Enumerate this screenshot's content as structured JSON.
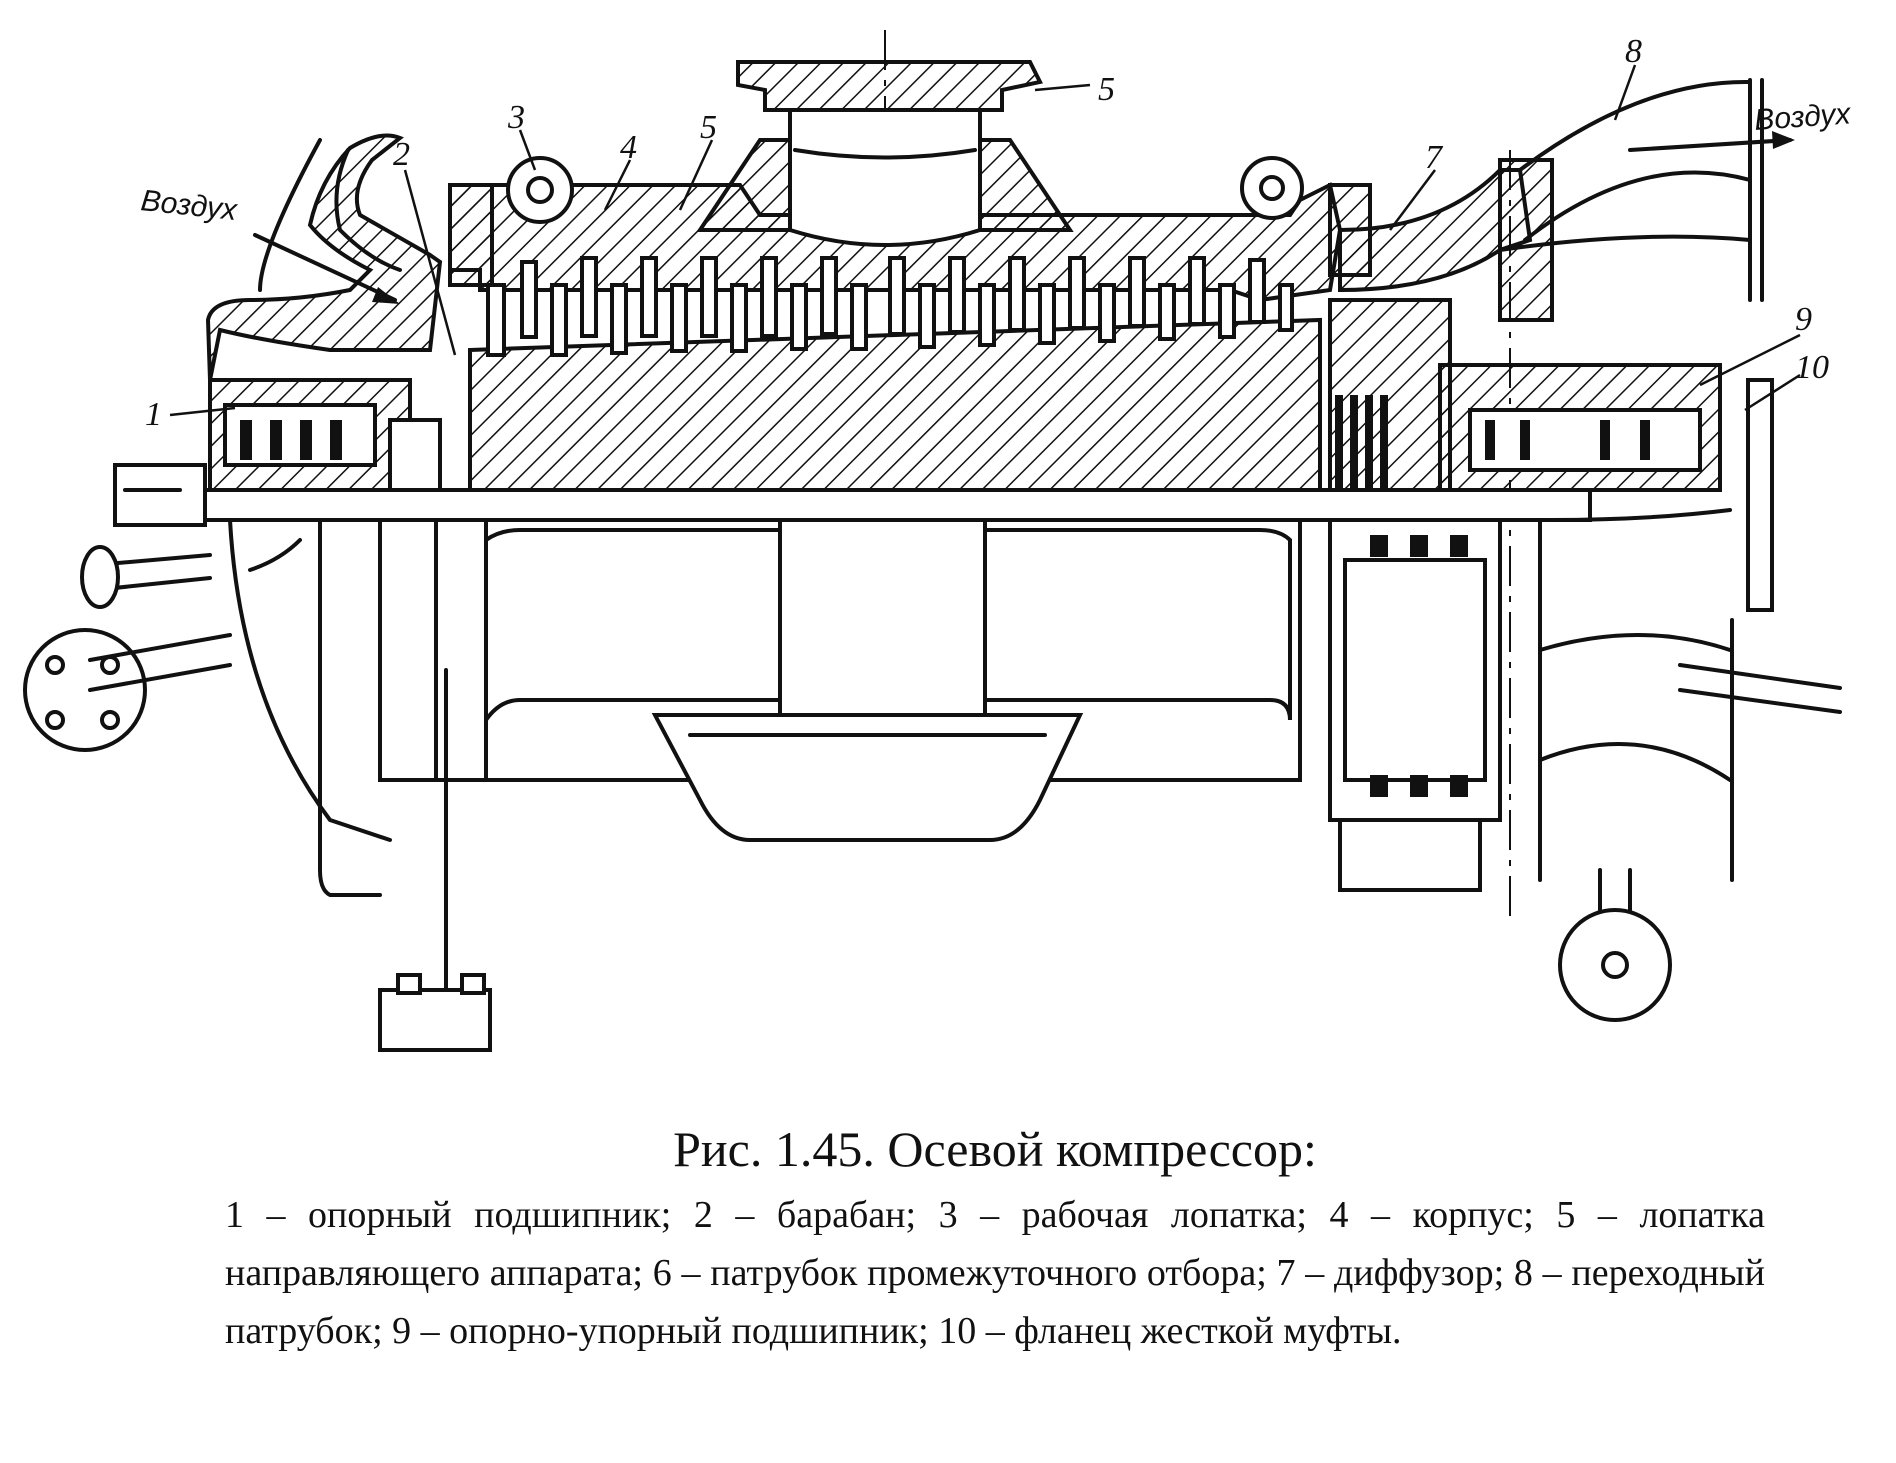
{
  "figure": {
    "labels": [
      "1",
      "2",
      "3",
      "4",
      "5",
      "5",
      "7",
      "8",
      "9",
      "10"
    ],
    "air_in": "Воздух",
    "air_out": "Воздух"
  },
  "caption": {
    "title": "Рис. 1.45. Осевой компрессор:",
    "body": "1 – опорный подшипник; 2 – барабан; 3 – рабочая лопатка; 4 – корпус; 5 – лопатка направляющего аппарата; 6 – патрубок промежуточного отбора; 7 – диффузор; 8 – переходный патрубок; 9 – опорно-упорный подшипник; 10 – фланец жесткой муфты."
  }
}
